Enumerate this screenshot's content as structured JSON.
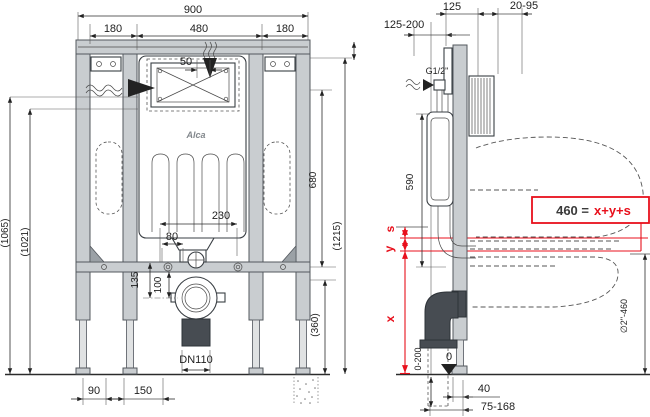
{
  "colors": {
    "red": "#e8101c",
    "steel": "#c9cdd0",
    "dark_pipe": "#474c52",
    "line": "#2b2b2b"
  },
  "front": {
    "dim_overall_width": "900",
    "dim_left_offset": "180",
    "dim_center_width": "480",
    "dim_right_offset": "180",
    "dim_flush_offset": "50",
    "dim_height_1065": "(1065)",
    "dim_height_1021": "(1021)",
    "dim_135": "135",
    "dim_100": "100",
    "dim_230": "230",
    "dim_80": "80",
    "dim_680": "680",
    "dim_height_1215": "(1215)",
    "dim_360": "(360)",
    "drain_label": "DN110",
    "dim_90": "90",
    "dim_150": "150",
    "logo": "Alca"
  },
  "side": {
    "dim_depth_range": "125-200",
    "dim_125": "125",
    "dim_20_95": "20-95",
    "water_thread": "G1/2\"",
    "dim_590": "590",
    "floor_level": "0",
    "dim_40": "40",
    "dim_75_168": "75-168",
    "dim_0_200": "0-200",
    "outlet_height": "∅2\"-460",
    "var_s": "s",
    "var_y": "y",
    "var_x": "x",
    "formula_lhs": "460 =",
    "formula_rhs": "x+y+s"
  }
}
